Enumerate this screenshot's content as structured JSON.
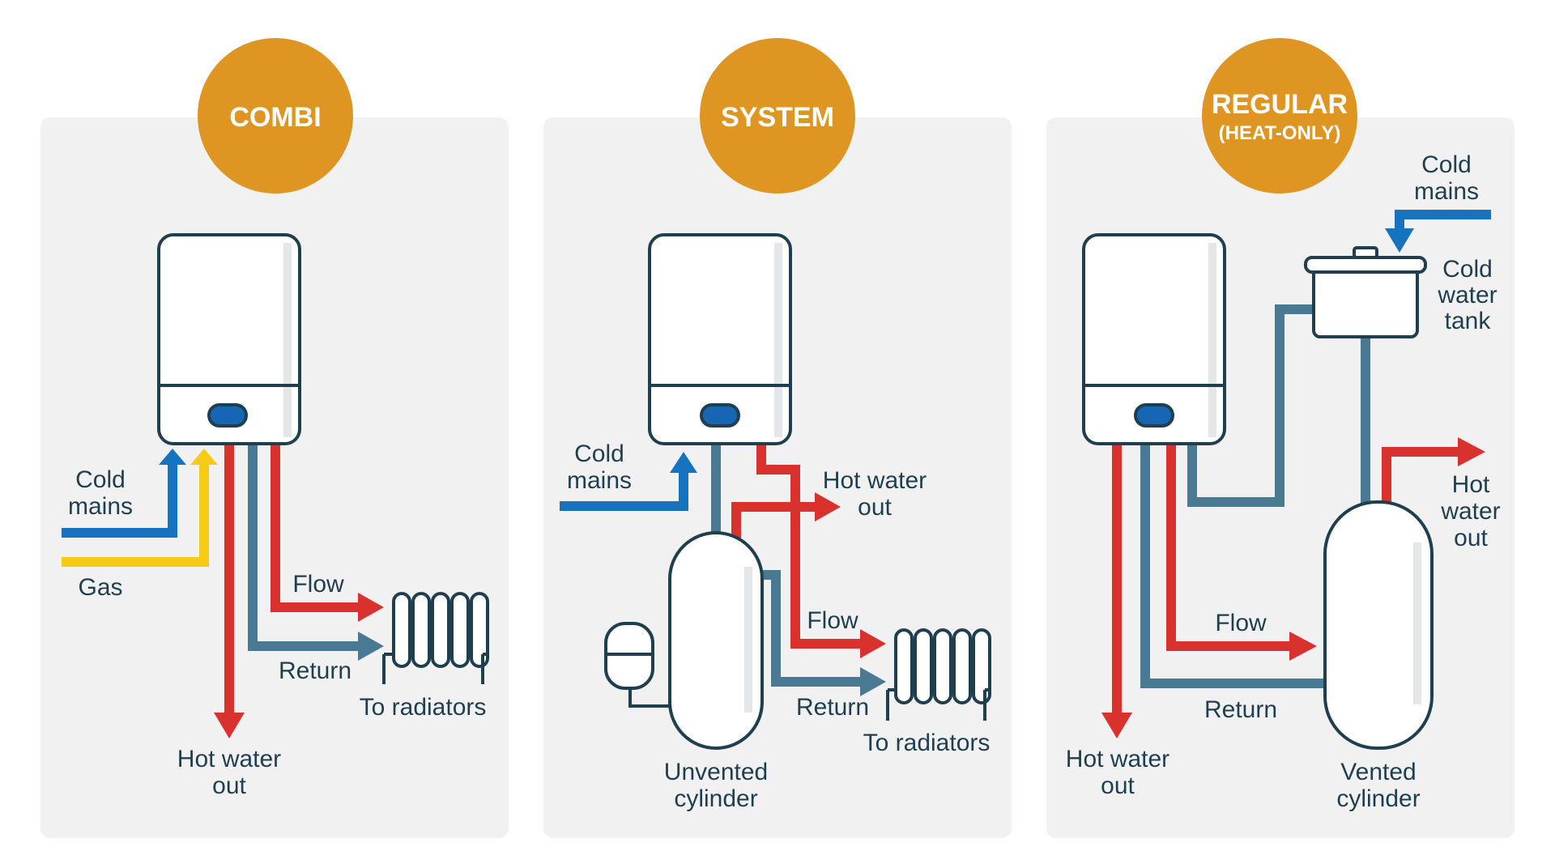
{
  "colors": {
    "panel": "#f1f1f2",
    "badge": "#df9522",
    "outline": "#1f3f4f",
    "hot": "#d9322e",
    "return": "#4a7a93",
    "cold": "#1673c0",
    "gas": "#f5cb16",
    "button": "#1766b4"
  },
  "panels": [
    {
      "title": "COMBI",
      "labels": {
        "cold_mains": [
          "Cold",
          "mains"
        ],
        "gas": "Gas",
        "flow": "Flow",
        "return": "Return",
        "to_radiators": "To radiators",
        "hot_water_out": [
          "Hot water",
          "out"
        ]
      }
    },
    {
      "title": "SYSTEM",
      "labels": {
        "cold_mains": [
          "Cold",
          "mains"
        ],
        "hot_water_out": [
          "Hot water",
          "out"
        ],
        "flow": "Flow",
        "return": "Return",
        "to_radiators": "To radiators",
        "cylinder": [
          "Unvented",
          "cylinder"
        ]
      }
    },
    {
      "title": "REGULAR",
      "subtitle": "(HEAT-ONLY)",
      "labels": {
        "cold_mains": [
          "Cold",
          "mains"
        ],
        "tank": [
          "Cold",
          "water",
          "tank"
        ],
        "hot_water_out": [
          "Hot",
          "water",
          "out"
        ],
        "flow": "Flow",
        "return": "Return",
        "hot_water_out_left": [
          "Hot water",
          "out"
        ],
        "cylinder": [
          "Vented",
          "cylinder"
        ]
      }
    }
  ]
}
